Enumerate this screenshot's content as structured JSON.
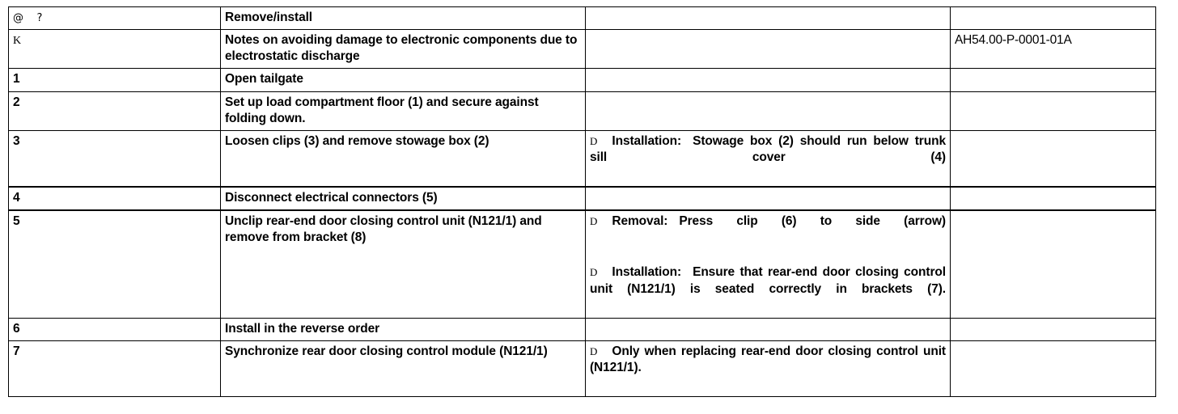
{
  "document": {
    "type": "service-procedure-table",
    "columns": [
      "step",
      "operation",
      "note",
      "reference"
    ]
  },
  "rows": [
    {
      "step": "@    ?",
      "step_kind": "symbols",
      "operation": "Remove/install",
      "note_blocks": [],
      "reference": ""
    },
    {
      "step": "K",
      "step_kind": "symbol-k",
      "operation": "Notes on avoiding damage to electronic components due to electrostatic discharge",
      "note_blocks": [],
      "reference": "AH54.00-P-0001-01A"
    },
    {
      "step": "1",
      "step_kind": "number",
      "operation": "Open tailgate",
      "note_blocks": [],
      "reference": ""
    },
    {
      "step": "2",
      "step_kind": "number",
      "operation": "Set up load compartment floor (1) and secure against folding down.",
      "note_blocks": [],
      "reference": ""
    },
    {
      "step": "3",
      "step_kind": "number",
      "operation": "Loosen clips (3) and remove stowage box (2)",
      "note_blocks": [
        {
          "marker": "D",
          "lead": "Installation:",
          "text": "Stowage box (2) should run below trunk sill cover (4)"
        }
      ],
      "reference": ""
    },
    {
      "step": "4",
      "step_kind": "number",
      "operation": "Disconnect electrical connectors (5)",
      "note_blocks": [],
      "reference": ""
    },
    {
      "step": "5",
      "step_kind": "number",
      "operation": "Unclip rear-end door closing control unit (N121/1) and remove from bracket (8)",
      "note_blocks": [
        {
          "marker": "D",
          "lead": "Removal:",
          "text": "Press clip  (6) to side  (arrow)"
        },
        {
          "marker": "D",
          "lead": "Installation:",
          "text": "Ensure that rear-end door closing control unit (N121/1) is seated correctly in brackets (7)."
        }
      ],
      "reference": ""
    },
    {
      "step": "6",
      "step_kind": "number",
      "operation": "Install in the reverse order",
      "note_blocks": [],
      "reference": ""
    },
    {
      "step": "7",
      "step_kind": "number",
      "operation": "Synchronize rear door closing control module (N121/1)",
      "note_blocks": [
        {
          "marker": "D",
          "lead": "",
          "text": "Only when  replacing  rear-end door closing control unit (N121/1)."
        }
      ],
      "reference": ""
    }
  ],
  "colors": {
    "text": "#000000",
    "border": "#000000",
    "background": "#ffffff"
  }
}
